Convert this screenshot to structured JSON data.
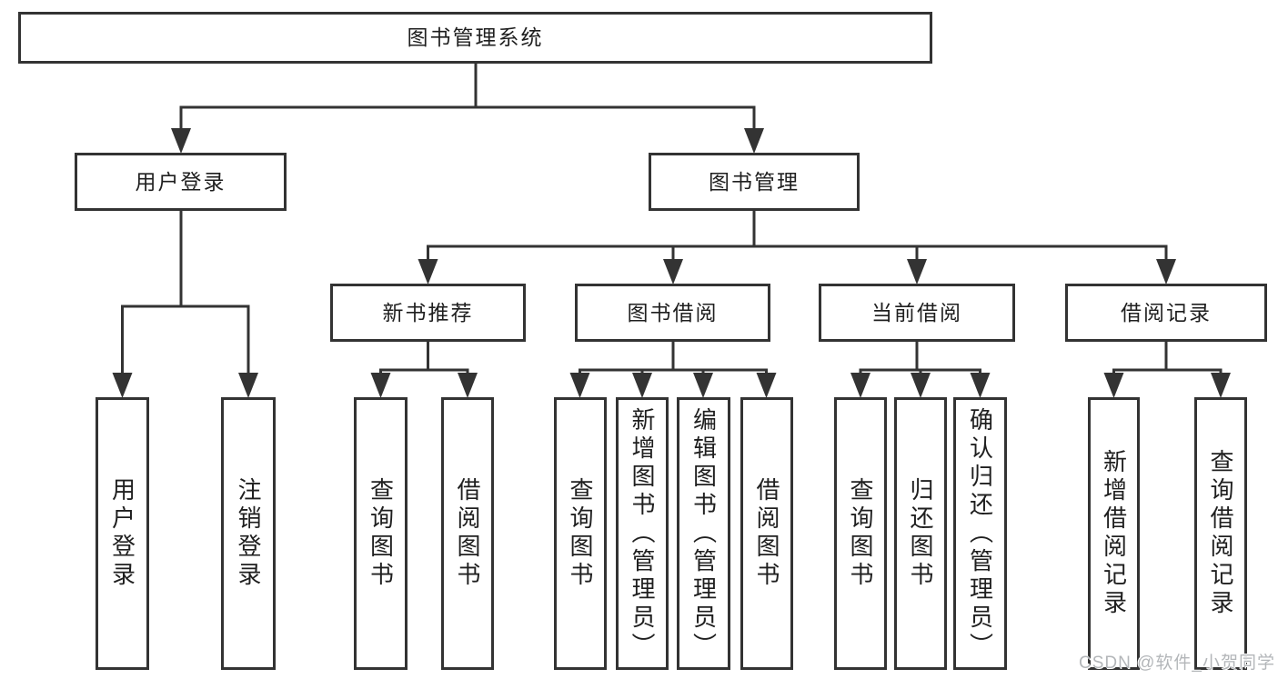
{
  "tree": {
    "root": "图书管理系统",
    "children": [
      {
        "label": "用户登录",
        "children": [
          {
            "label": "用户登录"
          },
          {
            "label": "注销登录"
          }
        ]
      },
      {
        "label": "图书管理",
        "children": [
          {
            "label": "新书推荐",
            "children": [
              {
                "label": "查询图书"
              },
              {
                "label": "借阅图书"
              }
            ]
          },
          {
            "label": "图书借阅",
            "children": [
              {
                "label": "查询图书"
              },
              {
                "label": "新增图书（管理员）"
              },
              {
                "label": "编辑图书（管理员）"
              },
              {
                "label": "借阅图书"
              }
            ]
          },
          {
            "label": "当前借阅",
            "children": [
              {
                "label": "查询图书"
              },
              {
                "label": "归还图书"
              },
              {
                "label": "确认归还（管理员）"
              }
            ]
          },
          {
            "label": "借阅记录",
            "children": [
              {
                "label": "新增借阅记录"
              },
              {
                "label": "查询借阅记录"
              }
            ]
          }
        ]
      }
    ]
  },
  "watermark": "CSDN @软件_小贺同学",
  "colors": {
    "line": "#333333",
    "box_border": "#333333",
    "text": "#1f1f1f",
    "watermark": "#b3b6b9",
    "background": "#ffffff"
  }
}
